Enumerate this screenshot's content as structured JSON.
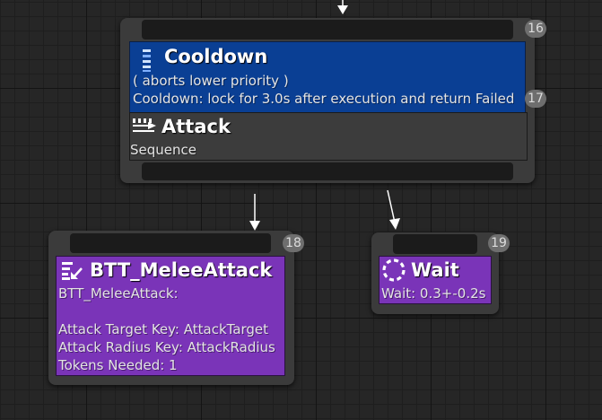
{
  "colors": {
    "background": "#262626",
    "node_body": "#3b3b3b",
    "decorator": "#0a3f94",
    "composite": "#3c3c3c",
    "task": "#7a34b8",
    "wire": "#ffffff",
    "badge": "#6e6e6e"
  },
  "nodes": {
    "attack_sequence": {
      "index": "16",
      "decorator": {
        "title": "Cooldown",
        "abort_note": "( aborts lower priority )",
        "description": "Cooldown: lock for 3.0s after execution and return Failed",
        "index": "17",
        "icon": "cooldown-icon"
      },
      "composite": {
        "title": "Attack",
        "subtitle": "Sequence",
        "icon": "sequence-icon"
      }
    },
    "melee_task": {
      "index": "18",
      "title": "BTT_MeleeAttack",
      "class_name": "BTT_MeleeAttack:",
      "property_1": "Attack Target Key: AttackTarget",
      "property_2": "Attack Radius Key: AttackRadius",
      "property_3": "Tokens Needed: 1",
      "icon": "task-icon",
      "flag_icon": "blueprint-flag-icon"
    },
    "wait_task": {
      "index": "19",
      "title": "Wait",
      "detail": "Wait: 0.3+-0.2s",
      "icon": "wait-icon"
    }
  }
}
